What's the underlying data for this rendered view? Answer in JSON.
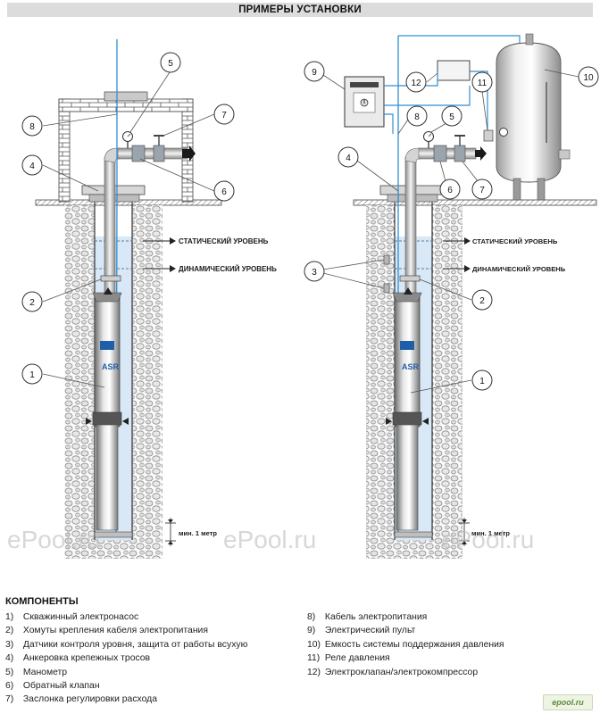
{
  "title": "ПРИМЕРЫ УСТАНОВКИ",
  "levels": {
    "static": "СТАТИЧЕСКИЙ УРОВЕНЬ",
    "dynamic": "ДИНАМИЧЕСКИЙ УРОВЕНЬ",
    "min_meter": "мин. 1 метр"
  },
  "pump_brand": "ASR",
  "watermark": "ePool.ru",
  "callouts_left": [
    "1",
    "2",
    "4",
    "5",
    "6",
    "7",
    "8"
  ],
  "callouts_right": [
    "1",
    "2",
    "3",
    "4",
    "5",
    "6",
    "7",
    "8",
    "9",
    "10",
    "11",
    "12"
  ],
  "components_title": "КОМПОНЕНТЫ",
  "components": [
    {
      "num": "1)",
      "label": "Скважинный электронасос"
    },
    {
      "num": "2)",
      "label": "Хомуты крепления кабеля электропитания"
    },
    {
      "num": "3)",
      "label": "Датчики контроля уровня, защита от работы всухую"
    },
    {
      "num": "4)",
      "label": "Анкеровка крепежных тросов"
    },
    {
      "num": "5)",
      "label": "Манометр"
    },
    {
      "num": "6)",
      "label": "Обратный клапан"
    },
    {
      "num": "7)",
      "label": "Заслонка регулировки расхода"
    },
    {
      "num": "8)",
      "label": "Кабель электропитания"
    },
    {
      "num": "9)",
      "label": "Электрический пульт"
    },
    {
      "num": "10)",
      "label": "Емкость системы поддержания давления"
    },
    {
      "num": "11)",
      "label": "Реле давления"
    },
    {
      "num": "12)",
      "label": "Электроклапан/электрокомпрессор"
    }
  ],
  "footer_logo": "epool.ru",
  "colors": {
    "water": "#d8e8f6",
    "cable": "#2f8fd0",
    "pipe": "#9aa4ad",
    "stone": "#ececec"
  }
}
